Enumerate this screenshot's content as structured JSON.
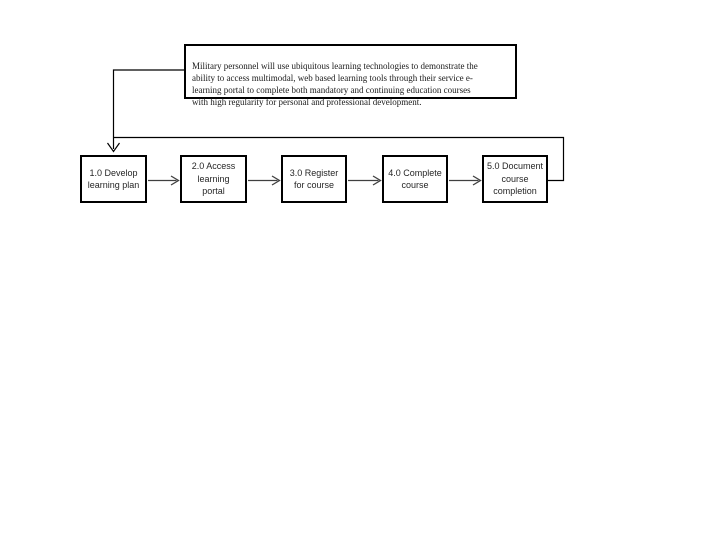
{
  "slide": {
    "background_color": "#ffffff",
    "box_border_color": "#000000",
    "connector_color": "#000000",
    "arrow_color": "#404040"
  },
  "mission_statement": {
    "text": "Military personnel will use ubiquitous learning technologies to demonstrate the\nability to access multimodal, web based learning tools through their service e-\nlearning portal to complete both mandatory and continuing education courses\nwith high regularity for personal and professional development."
  },
  "flow": {
    "steps": [
      {
        "id": "1.0",
        "label": "1.0 Develop\nlearning plan"
      },
      {
        "id": "2.0",
        "label": "2.0 Access\nlearning\nportal"
      },
      {
        "id": "3.0",
        "label": "3.0 Register\nfor course"
      },
      {
        "id": "4.0",
        "label": "4.0 Complete\ncourse"
      },
      {
        "id": "5.0",
        "label": "5.0 Document\ncourse\ncompletion"
      }
    ],
    "edges": [
      {
        "from": "mission-statement",
        "to": "1.0"
      },
      {
        "from": "1.0",
        "to": "2.0"
      },
      {
        "from": "2.0",
        "to": "3.0"
      },
      {
        "from": "3.0",
        "to": "4.0"
      },
      {
        "from": "4.0",
        "to": "5.0"
      },
      {
        "from": "5.0",
        "to": "1.0",
        "style": "feedback-loop"
      }
    ]
  }
}
